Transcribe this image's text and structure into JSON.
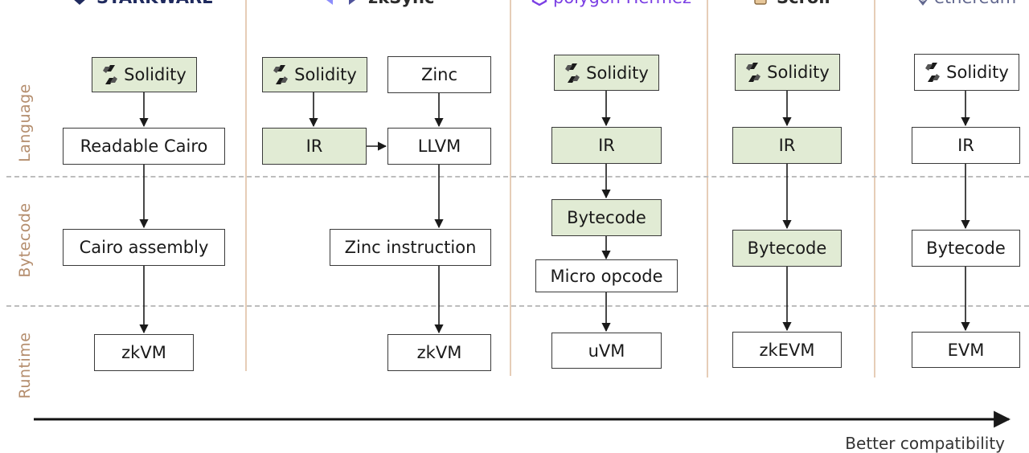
{
  "layers": {
    "language": "Language",
    "bytecode": "Bytecode",
    "runtime": "Runtime"
  },
  "logos": {
    "starkware": "STARKWARE",
    "zksync": "zkSync",
    "polygon": "polygon Hermez",
    "scroll": "Scroll",
    "ethereum": "ethereum"
  },
  "columns": {
    "starkware": {
      "solidity": "Solidity",
      "readable_cairo": "Readable Cairo",
      "cairo_assembly": "Cairo assembly",
      "zkvm": "zkVM"
    },
    "zksync": {
      "solidity": "Solidity",
      "zinc": "Zinc",
      "ir": "IR",
      "llvm": "LLVM",
      "zinc_instruction": "Zinc instruction",
      "zkvm": "zkVM"
    },
    "polygon": {
      "solidity": "Solidity",
      "ir": "IR",
      "bytecode": "Bytecode",
      "micro_opcode": "Micro opcode",
      "uvm": "uVM"
    },
    "scroll": {
      "solidity": "Solidity",
      "ir": "IR",
      "bytecode": "Bytecode",
      "zkevm": "zkEVM"
    },
    "ethereum": {
      "solidity": "Solidity",
      "ir": "IR",
      "bytecode": "Bytecode",
      "evm": "EVM"
    }
  },
  "axis": {
    "label": "Better compatibility"
  },
  "colors": {
    "highlight_fill": "#e1ebd4",
    "box_border": "#3a3a3a",
    "layer_label": "#b48d6d",
    "column_divider": "#e6cdb7",
    "dashed_line": "#bdbdbd"
  }
}
